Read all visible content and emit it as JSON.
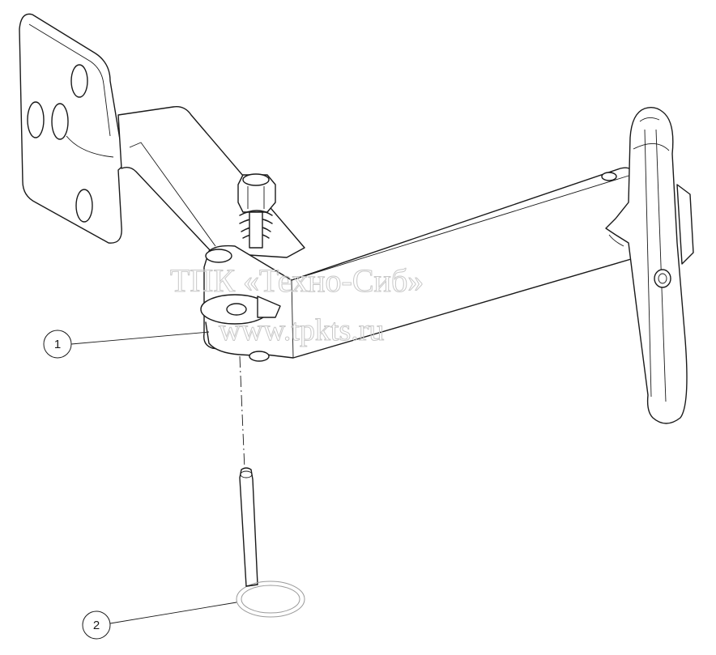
{
  "watermark": {
    "company": "ТПК «Техно-Сиб»",
    "website": "www.tpkts.ru"
  },
  "callouts": [
    {
      "number": "1"
    },
    {
      "number": "2"
    }
  ]
}
